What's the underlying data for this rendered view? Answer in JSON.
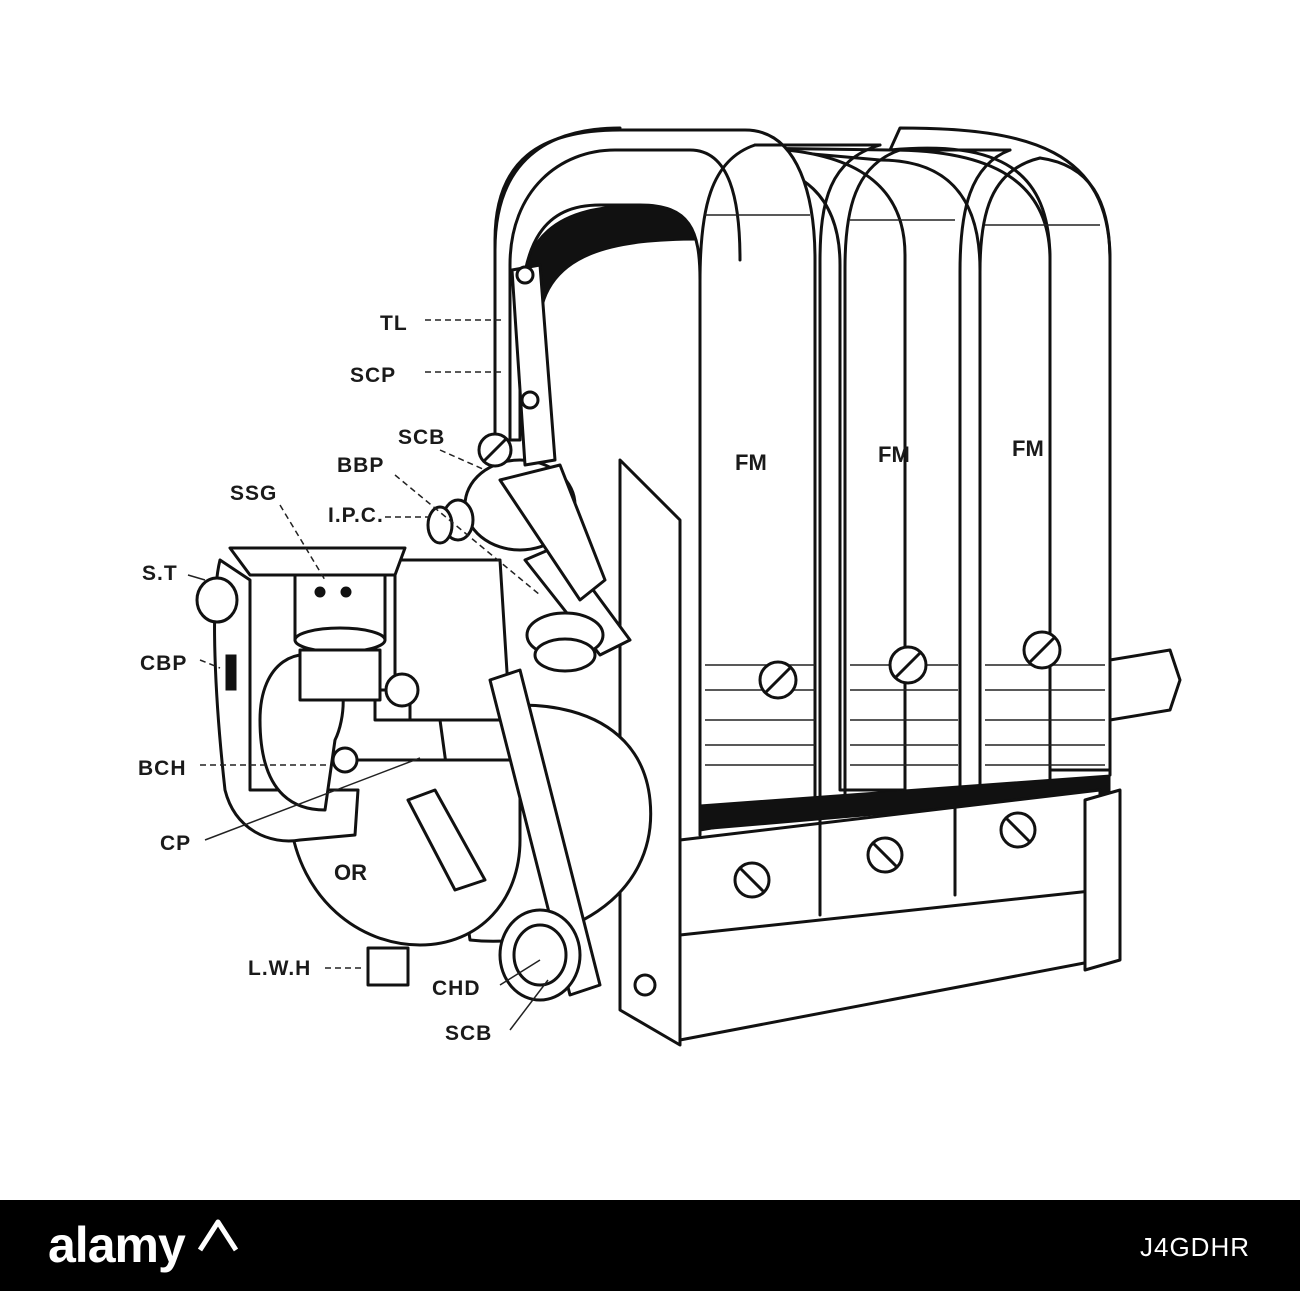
{
  "labels": {
    "TL": "TL",
    "SCP": "SCP",
    "SCB_top": "SCB",
    "BBP": "BBP",
    "SSG": "SSG",
    "IPC": "I.P.C.",
    "ST": "S.T",
    "CBP": "CBP",
    "BCH": "BCH",
    "CP": "CP",
    "OR": "OR",
    "LWH": "L.W.H",
    "CHD": "CHD",
    "SCB_bottom": "SCB",
    "FM1": "FM",
    "FM2": "FM",
    "FM3": "FM"
  },
  "footer": {
    "logo": "alamy",
    "image_id": "J4GDHR"
  }
}
